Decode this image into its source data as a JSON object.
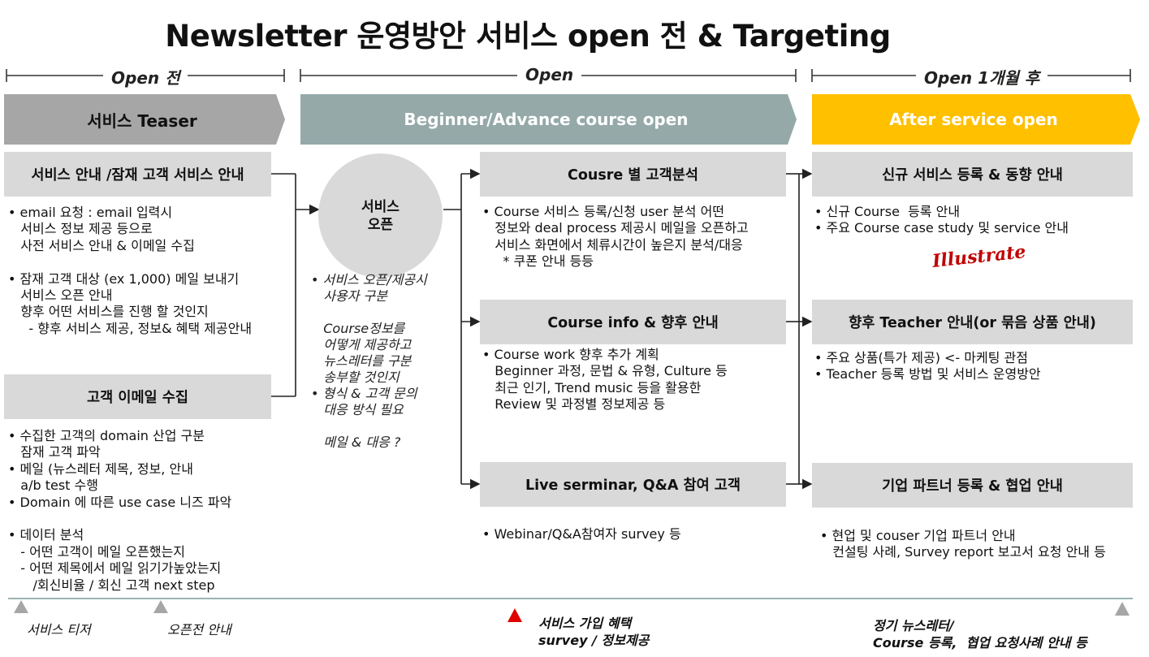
{
  "title": "Newsletter 운영방안 서비스 open 전 & Targeting",
  "phases": {
    "open_before": "Open 전",
    "open": "Open",
    "after_month": "Open 1개월 후"
  },
  "bands": {
    "teaser": "서비스 Teaser",
    "course_open": "Beginner/Advance course open",
    "after_service": "After service open"
  },
  "colors": {
    "teaser_band": "#a6a6a6",
    "course_band": "#95a9a9",
    "after_band": "#ffc000",
    "box_gray": "#d9d9d9",
    "accent_red": "#c00000",
    "marker_red": "#e00000"
  },
  "left": {
    "box1": "서비스 안내 /잠재 고객 서비스 안내",
    "box1_text": "• email 요청 : email 입력시\n   서비스 정보 제공 등으로\n   사전 서비스 안내 & 이메일 수집\n\n• 잠재 고객 대상 (ex 1,000) 메일 보내기\n   서비스 오픈 안내\n   향후 어떤 서비스를 진행 할 것인지\n     - 향후 서비스 제공, 정보& 혜택 제공안내",
    "box2": "고객 이메일 수집",
    "box2_text": "• 수집한 고객의 domain 산업 구분\n   잠재 고객 파악\n• 메일 (뉴스레터 제목, 정보, 안내\n   a/b test 수행\n• Domain 에 따른 use case 니즈 파악\n\n• 데이터 분석\n   - 어떤 고객이 메일 오픈했는지\n   - 어떤 제목에서 메일 읽기가높았는지\n      /회신비율 / 회신 고객 next step"
  },
  "center": {
    "circle": "서비스\n오픈",
    "notes": "• 서비스 오픈/제공시\n   사용자 구분\n\n   Course정보를\n   어떻게 제공하고\n   뉴스레터를 구분\n   송부할 것인지\n• 형식 & 고객 문의\n   대응 방식 필요\n\n   메일 & 대응 ?"
  },
  "middle": {
    "box1": "Cousre 별 고객분석",
    "box1_text": "• Course 서비스 등록/신청 user 분석 어떤\n   정보와 deal process 제공시 메일을 오픈하고\n   서비스 화면에서 체류시간이 높은지 분석/대응\n     * 쿠폰 안내 등등",
    "box2": "Course info & 향후 안내",
    "box2_text": "• Course work 향후 추가 계획\n   Beginner 과정, 문법 & 유형, Culture 등\n   최근 인기, Trend music 등을 활용한\n   Review 및 과정별 정보제공 등",
    "box3": "Live serminar, Q&A 참여 고객",
    "box3_text": "• Webinar/Q&A참여자 survey 등"
  },
  "right": {
    "box1": "신규 서비스 등록 & 동향 안내",
    "box1_text": "• 신규 Course  등록 안내\n• 주요 Course case study 및 service 안내",
    "illustrate": "Illustrate",
    "box2": "향후 Teacher 안내(or 묶음 상품 안내)",
    "box2_text": "• 주요 상품(특가 제공) <- 마케팅 관점\n• Teacher 등록 방법 및 서비스 운영방안",
    "box3": "기업 파트너 등록 & 협업 안내",
    "box3_text": "• 현업 및 couser 기업 파트너 안내\n   컨설팅 사례, Survey report 보고서 요청 안내 등"
  },
  "milestones": {
    "m1": "서비스 티저",
    "m2": "오픈전 안내",
    "m3": "서비스 가입 혜택\nsurvey / 정보제공",
    "m4": "정기 뉴스레터/\nCourse 등록,  협업 요청사례 안내 등"
  }
}
